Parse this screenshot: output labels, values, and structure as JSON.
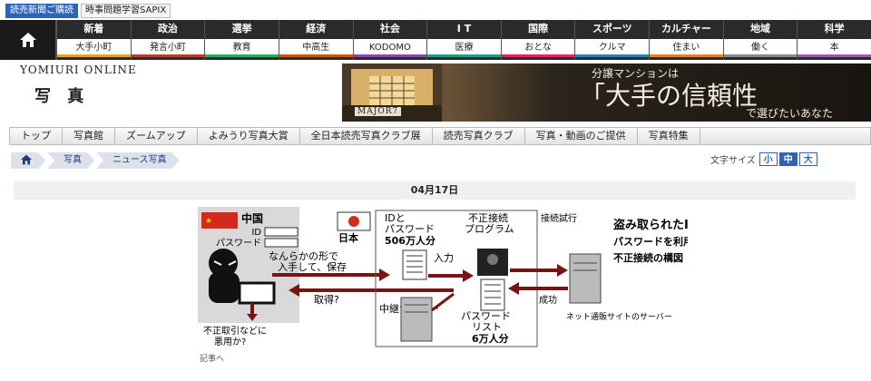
{
  "top_links": [
    {
      "label": "読売新聞ご購読",
      "style": "blue"
    },
    {
      "label": "時事問題学習SAPIX",
      "style": "gray"
    }
  ],
  "nav": {
    "home_icon": "home-icon",
    "items": [
      {
        "top": "新着",
        "bottom": "大手小町",
        "color": "#e8a317"
      },
      {
        "top": "政治",
        "bottom": "発言小町",
        "color": "#c0392b"
      },
      {
        "top": "選挙",
        "bottom": "教育",
        "color": "#27ae60"
      },
      {
        "top": "経済",
        "bottom": "中高生",
        "color": "#d35400"
      },
      {
        "top": "社会",
        "bottom": "KODOMO",
        "color": "#8e44ad"
      },
      {
        "top": "I T",
        "bottom": "医療",
        "color": "#16a085"
      },
      {
        "top": "国際",
        "bottom": "おとな",
        "color": "#e91e63"
      },
      {
        "top": "スポーツ",
        "bottom": "クルマ",
        "color": "#2980b9"
      },
      {
        "top": "カルチャー",
        "bottom": "住まい",
        "color": "#e67e22"
      },
      {
        "top": "地域",
        "bottom": "働く",
        "color": "#7f8c8d"
      },
      {
        "top": "科学",
        "bottom": "本",
        "color": "#9b59b6"
      }
    ]
  },
  "logo": {
    "en": "YOMIURI ONLINE",
    "jp": "写 真"
  },
  "ad": {
    "brand": "MAJOR7",
    "line1": "分譲マンションは",
    "line2": "「大手の信頼性",
    "line3": "で選びたいあなた"
  },
  "subnav": [
    "トップ",
    "写真館",
    "ズームアップ",
    "よみうり写真大賞",
    "全日本読売写真クラブ展",
    "読売写真クラブ",
    "写真・動画のご提供",
    "写真特集"
  ],
  "breadcrumb": [
    "写真",
    "ニュース写真"
  ],
  "font_size": {
    "label": "文字サイズ",
    "options": [
      "小",
      "中",
      "大"
    ],
    "selected": "中"
  },
  "date": "04月17日",
  "diagram": {
    "title": "盗み取られたIDとパスワードを利用した不正接続の構図",
    "title_lines": [
      "盗み取られたID・",
      "パスワードを利用した",
      "不正接続の構図"
    ],
    "china": "中国",
    "japan": "日本",
    "id_label": "ID",
    "pw_label": "パスワード",
    "obtained_1": "なんらかの形で",
    "obtained_2": "入手して、保存",
    "stolen_q": "取得?",
    "misuse_1": "不正取引などに",
    "misuse_2": "悪用か?",
    "relay": "中継サーバー",
    "idpw_1": "IDと",
    "idpw_2": "パスワード",
    "idpw_3": "506万人分",
    "program_1": "不正接続",
    "program_2": "プログラム",
    "input": "入力",
    "attempt": "接続試行",
    "success": "成功",
    "list_1": "パスワード",
    "list_2": "リスト",
    "list_3": "6万人分",
    "target": "ネット通販サイトのサーバー"
  },
  "more_link": "記事へ"
}
